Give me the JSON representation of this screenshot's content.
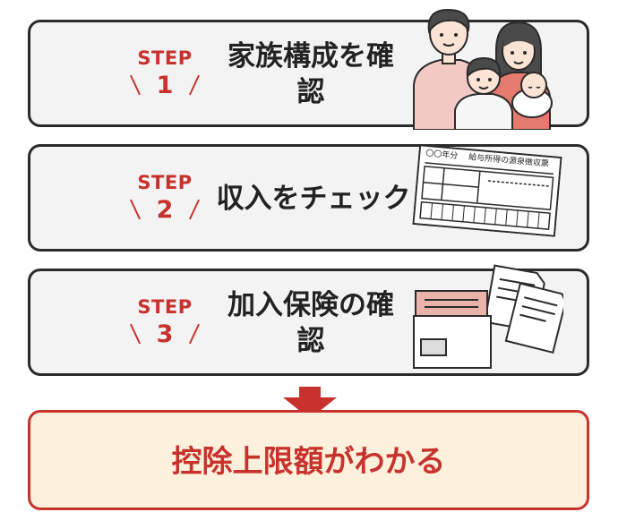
{
  "steps": [
    {
      "label": "STEP",
      "number": "1",
      "title": "家族構成を確認"
    },
    {
      "label": "STEP",
      "number": "2",
      "title": "収入をチェック"
    },
    {
      "label": "STEP",
      "number": "3",
      "title": "加入保険の確認"
    }
  ],
  "document": {
    "year_label": "〇〇年分",
    "form_title": "給与所得の源泉徴収票"
  },
  "result": {
    "text": "控除上限額がわかる"
  },
  "colors": {
    "accent_red": "#c8322c",
    "result_bg": "#fdf0dc",
    "box_bg": "#f3f3f3",
    "border_dark": "#2b2b2b"
  },
  "icons": [
    "family-illustration",
    "withholding-slip-illustration",
    "insurance-documents-illustration",
    "down-arrow-icon"
  ]
}
